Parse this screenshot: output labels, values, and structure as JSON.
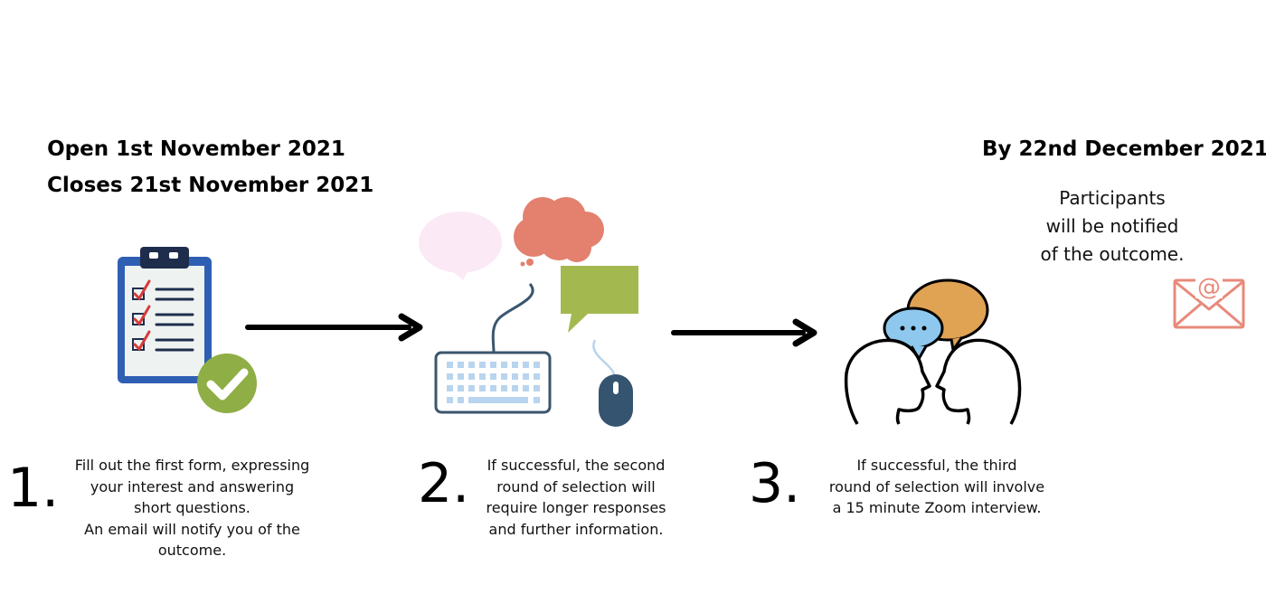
{
  "header_left": {
    "line1": "Open 1st November 2021",
    "line2": "Closes 21st November 2021"
  },
  "header_right": {
    "title": "By 22nd December 2021",
    "note_lines": [
      "Participants",
      "will be notified",
      "of the outcome."
    ]
  },
  "steps": [
    {
      "number": "1.",
      "text_lines": [
        "Fill out the first form, expressing",
        "your interest and answering",
        "short questions.",
        "An email will notify you of the",
        "outcome."
      ]
    },
    {
      "number": "2.",
      "text_lines": [
        "If successful, the second",
        "round of selection will",
        "require longer responses",
        "and further information."
      ]
    },
    {
      "number": "3.",
      "text_lines": [
        "If successful, the third",
        "round of selection will involve",
        "a 15 minute Zoom interview."
      ]
    }
  ],
  "icons": {
    "step1": "clipboard-checklist-icon",
    "step2": "keyboard-mouse-speech-bubbles-icon",
    "step3": "two-heads-conversation-icon",
    "notification": "email-envelope-icon"
  },
  "colors": {
    "clipboard_blue": "#2f5fb3",
    "clipboard_dark": "#1f2d4d",
    "check_red": "#d83a3a",
    "check_circle_green": "#8fae45",
    "bubble_pink": "#fbe9f6",
    "bubble_salmon": "#e3806e",
    "bubble_green": "#a3b94f",
    "keyboard_outline": "#3b566e",
    "keyboard_keys": "#b9d4ee",
    "mouse_body": "#355470",
    "bubble_orange": "#e0a253",
    "bubble_blue": "#8ec8ee",
    "envelope_salmon": "#e8897a",
    "arrow": "#000000"
  }
}
